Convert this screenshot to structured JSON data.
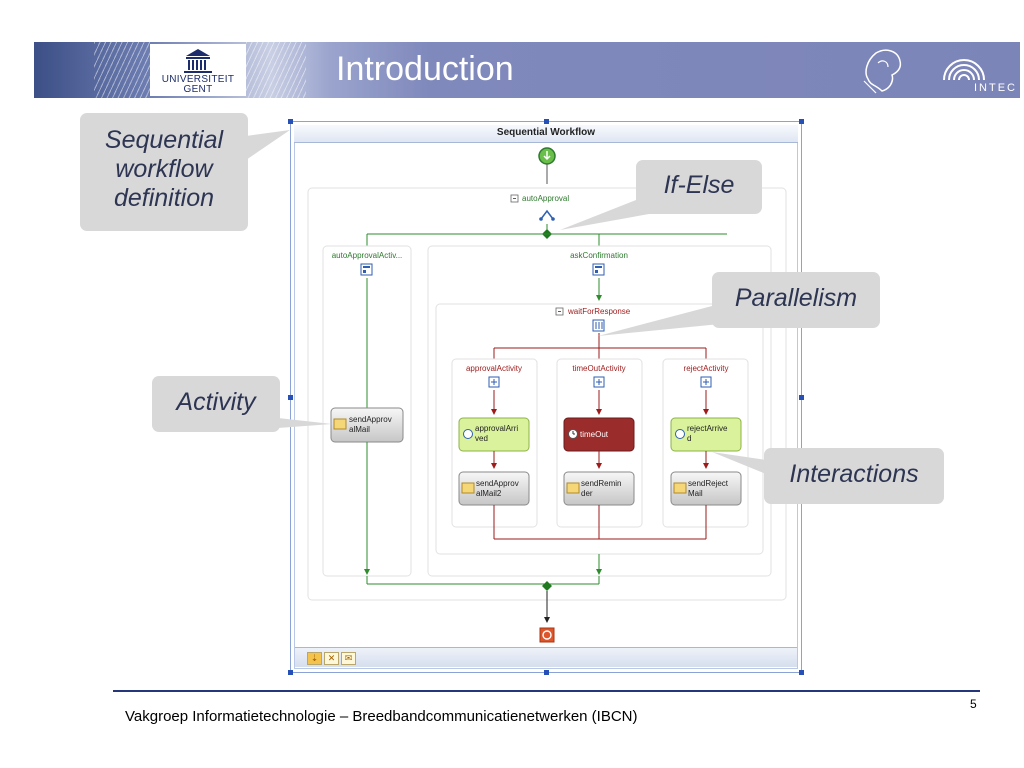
{
  "header": {
    "title": "Introduction",
    "university_line1": "UNIVERSITEIT",
    "university_line2": "GENT",
    "intec_label": "INTEC"
  },
  "workflow": {
    "title": "Sequential Workflow",
    "if_else_name": "autoApproval",
    "branch_left": "autoApprovalActiv...",
    "branch_right": "askConfirmation",
    "parallel_name": "waitForResponse",
    "parallel_branches": [
      "approvalActivity",
      "timeOutActivity",
      "rejectActivity"
    ],
    "left_activity": [
      "sendApprov",
      "alMail"
    ],
    "events": [
      [
        "approvalArri",
        "ved"
      ],
      [
        "timeOut"
      ],
      [
        "rejectArrive",
        "d"
      ]
    ],
    "sends": [
      [
        "sendApprov",
        "alMail2"
      ],
      [
        "sendRemin",
        "der"
      ],
      [
        "sendReject",
        "Mail"
      ]
    ]
  },
  "callouts": {
    "sequential": [
      "Sequential",
      "workflow",
      "definition"
    ],
    "if_else": "If-Else",
    "parallelism": "Parallelism",
    "activity": "Activity",
    "interactions": "Interactions"
  },
  "footer": {
    "text": "Vakgroep Informatietechnologie – Breedbandcommunicatienetwerken (IBCN)",
    "page_number": "5"
  },
  "colors": {
    "header_blue": "#7c85b8",
    "flow_green": "#2e8b2e",
    "flow_red": "#9e1b1b",
    "label_green": "#2e7a2e",
    "label_red": "#9e1b1b",
    "event_fill": "#d9f29b",
    "timeout_fill": "#9b2c2c",
    "callout_bg": "#d8d8d8"
  }
}
